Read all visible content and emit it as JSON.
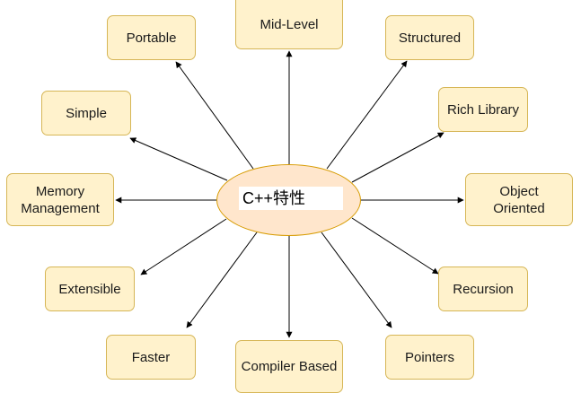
{
  "center": {
    "label": "C++特性"
  },
  "features": {
    "portable": "Portable",
    "mid_level": "Mid-Level",
    "structured": "Structured",
    "simple": "Simple",
    "rich_library": "Rich Library",
    "memory_line1": "Memory",
    "memory_line2": "Management",
    "object_line1": "Object",
    "object_line2": "Oriented",
    "extensible": "Extensible",
    "recursion": "Recursion",
    "faster": "Faster",
    "compiler_based": "Compiler Based",
    "pointers": "Pointers"
  },
  "colors": {
    "node_fill": "#fff2cc",
    "node_border": "#d6b656",
    "center_fill": "#ffe6cc",
    "center_border": "#d79b00",
    "arrow": "#000000"
  }
}
